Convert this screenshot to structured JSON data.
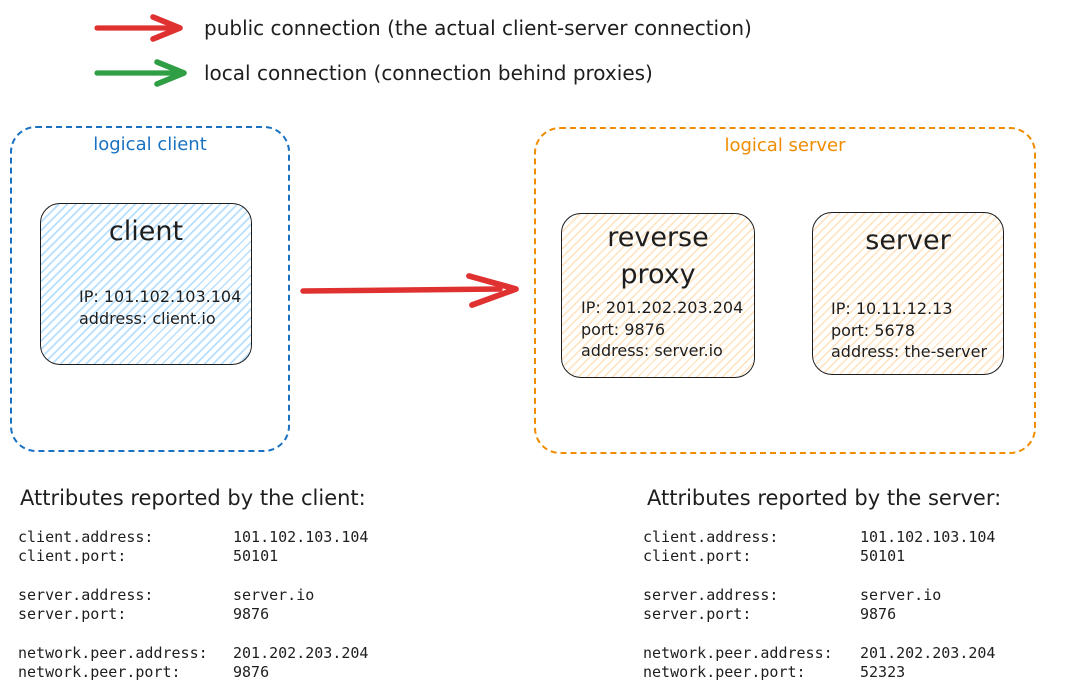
{
  "colors": {
    "red": "#e03131",
    "green": "#2f9e44",
    "blue": "#1971c2",
    "orange": "#f08c00",
    "ink": "#1e1e1e",
    "fill-blue": "#a5d8ff",
    "fill-peach": "#ffd8a8"
  },
  "legend": {
    "items": [
      {
        "name": "public-connection",
        "color": "#e03131",
        "label": "public connection (the actual client-server connection)"
      },
      {
        "name": "local-connection",
        "color": "#2f9e44",
        "label": "local connection (connection behind proxies)"
      }
    ]
  },
  "diagram": {
    "logical_client": {
      "label": "logical client",
      "nodes": [
        {
          "title": "client",
          "lines": [
            "IP: 101.102.103.104",
            "address: client.io"
          ]
        }
      ]
    },
    "logical_server": {
      "label": "logical server",
      "nodes": [
        {
          "title": "reverse proxy",
          "lines": [
            "IP: 201.202.203.204",
            "port: 9876",
            "address: server.io"
          ]
        },
        {
          "title": "server",
          "lines": [
            "IP: 10.11.12.13",
            "port: 5678",
            "address: the-server"
          ]
        }
      ]
    }
  },
  "attributes": {
    "client": {
      "heading": "Attributes reported by the client:",
      "groups": [
        {
          "rows": [
            {
              "label": "client.address:",
              "value": "101.102.103.104"
            },
            {
              "label": "client.port:",
              "value": "50101"
            }
          ]
        },
        {
          "rows": [
            {
              "label": "server.address:",
              "value": "server.io"
            },
            {
              "label": "server.port:",
              "value": "9876"
            }
          ]
        },
        {
          "rows": [
            {
              "label": "network.peer.address:",
              "value": "201.202.203.204"
            },
            {
              "label": "network.peer.port:",
              "value": "9876"
            }
          ]
        }
      ]
    },
    "server": {
      "heading": "Attributes reported by the server:",
      "groups": [
        {
          "rows": [
            {
              "label": "client.address:",
              "value": "101.102.103.104"
            },
            {
              "label": "client.port:",
              "value": "50101"
            }
          ]
        },
        {
          "rows": [
            {
              "label": "server.address:",
              "value": "server.io"
            },
            {
              "label": "server.port:",
              "value": "9876"
            }
          ]
        },
        {
          "rows": [
            {
              "label": "network.peer.address:",
              "value": "201.202.203.204"
            },
            {
              "label": "network.peer.port:",
              "value": "52323"
            }
          ]
        }
      ]
    }
  }
}
